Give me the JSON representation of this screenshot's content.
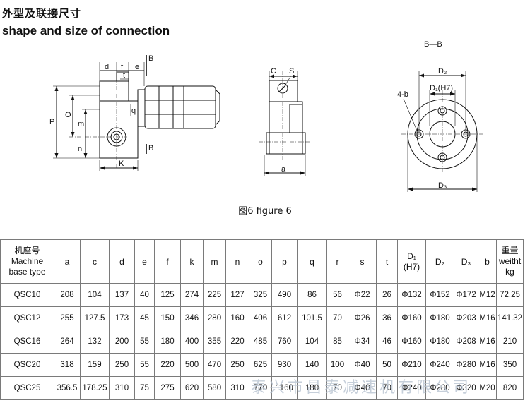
{
  "header": {
    "title_cn": "外型及联接尺寸",
    "title_en": "shape and size of connection"
  },
  "figure": {
    "caption": "图6  figure 6",
    "labels": {
      "d": "d",
      "f": "f",
      "e": "e",
      "t": "t",
      "B_top": "B",
      "B_bottom": "B",
      "P": "P",
      "O": "O",
      "q": "q",
      "m": "m",
      "n": "n",
      "K": "K",
      "C": "C",
      "S": "S",
      "a": "a",
      "section": "B—B",
      "D2": "D₂",
      "D1": "D₁(H7)",
      "D3": "D₃",
      "holes": "4-b"
    }
  },
  "table": {
    "header_machine": [
      "机座号",
      "Machine",
      "base type"
    ],
    "columns": [
      "a",
      "c",
      "d",
      "e",
      "f",
      "k",
      "m",
      "n",
      "o",
      "p",
      "q",
      "r",
      "s",
      "t"
    ],
    "header_d1": [
      "D₁",
      "(H7)"
    ],
    "header_d2": "D₂",
    "header_d3": "D₃",
    "header_b": "b",
    "header_weight": [
      "重量",
      "weitht",
      "kg"
    ],
    "rows": [
      [
        "QSC10",
        "208",
        "104",
        "137",
        "40",
        "125",
        "274",
        "225",
        "127",
        "325",
        "490",
        "86",
        "56",
        "Φ22",
        "26",
        "Φ132",
        "Φ152",
        "Φ172",
        "M12",
        "72.25"
      ],
      [
        "QSC12",
        "255",
        "127.5",
        "173",
        "45",
        "150",
        "346",
        "280",
        "160",
        "406",
        "612",
        "101.5",
        "70",
        "Φ26",
        "36",
        "Φ160",
        "Φ180",
        "Φ203",
        "M16",
        "141.32"
      ],
      [
        "QSC16",
        "264",
        "132",
        "200",
        "55",
        "180",
        "400",
        "355",
        "220",
        "485",
        "760",
        "104",
        "85",
        "Φ34",
        "46",
        "Φ160",
        "Φ180",
        "Φ208",
        "M16",
        "210"
      ],
      [
        "QSC20",
        "318",
        "159",
        "250",
        "55",
        "220",
        "500",
        "470",
        "250",
        "625",
        "930",
        "140",
        "100",
        "Φ40",
        "50",
        "Φ210",
        "Φ240",
        "Φ280",
        "M16",
        "350"
      ],
      [
        "QSC25",
        "356.5",
        "178.25",
        "310",
        "75",
        "275",
        "620",
        "580",
        "310",
        "770",
        "1160",
        "180",
        "70",
        "Φ40",
        "70",
        "Φ240",
        "Φ280",
        "Φ320",
        "M20",
        "820"
      ]
    ]
  },
  "watermark": "泰兴市昌泰减速机有限公司"
}
